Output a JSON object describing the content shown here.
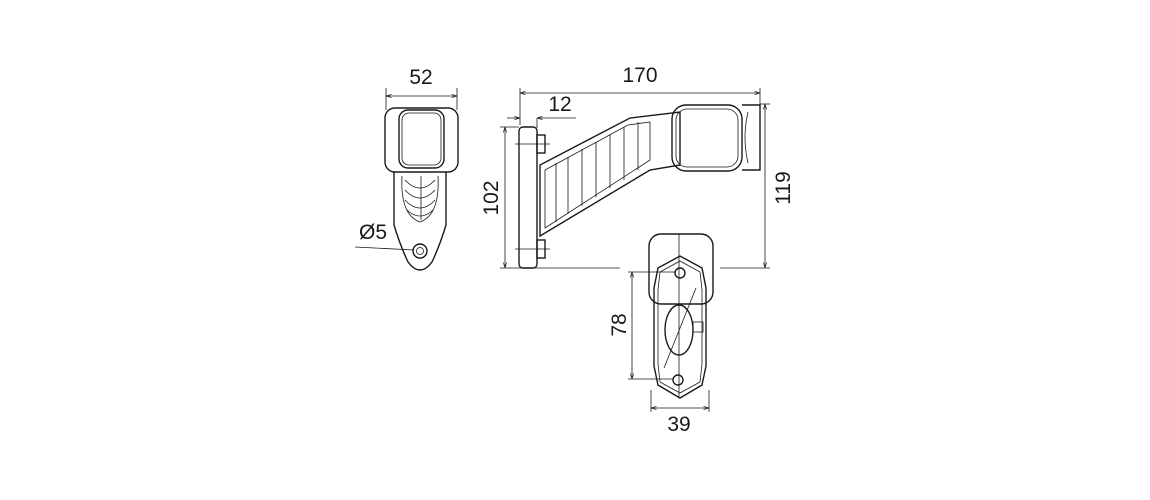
{
  "drawing": {
    "front_view": {
      "width_label": "52",
      "hole_label": "Ø5"
    },
    "side_view": {
      "length_label": "170",
      "offset_label": "12",
      "base_height_label": "102",
      "total_height_label": "119"
    },
    "bottom_view": {
      "hole_spacing_label": "78",
      "width_label": "39"
    }
  }
}
